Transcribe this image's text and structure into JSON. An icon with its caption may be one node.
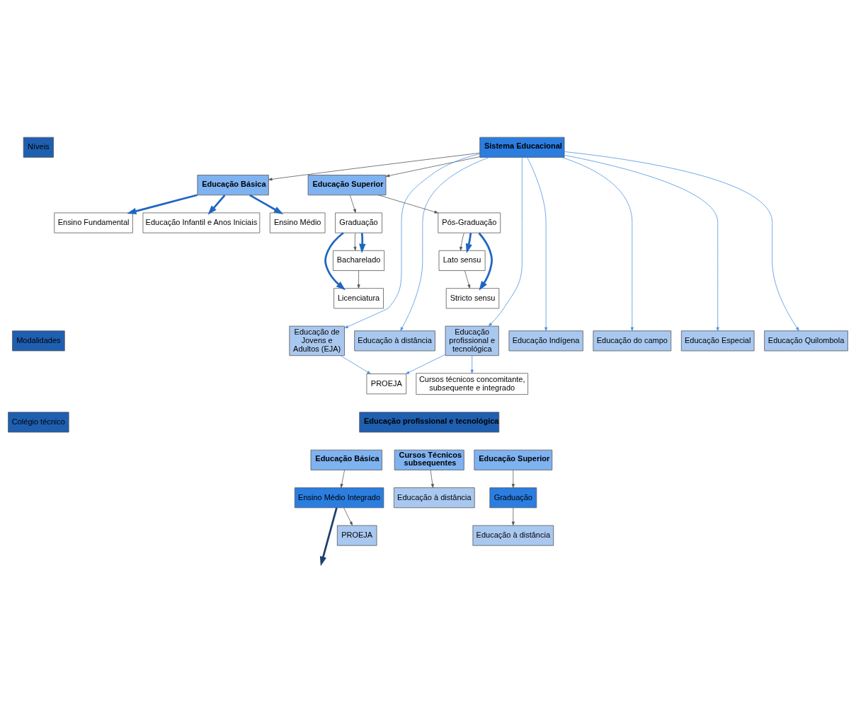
{
  "diagram": {
    "nodes": [
      {
        "text": [
          "Níveis"
        ]
      },
      {
        "text": [
          "Sistema Educacional"
        ]
      },
      {
        "text": [
          "Educação Básica"
        ]
      },
      {
        "text": [
          "Educação Infantil e Anos Iniciais"
        ]
      },
      {
        "text": [
          "Ensino Fundamental"
        ]
      },
      {
        "text": [
          "Ensino Médio"
        ]
      },
      {
        "text": [
          "Educação Superior"
        ]
      },
      {
        "text": [
          "Graduação"
        ]
      },
      {
        "text": [
          "Pós-Graduação"
        ]
      },
      {
        "text": [
          "Bacharelado"
        ]
      },
      {
        "text": [
          "Lato sensu"
        ]
      },
      {
        "text": [
          "Licenciatura"
        ]
      },
      {
        "text": [
          "Stricto sensu"
        ]
      },
      {
        "text": [
          "Modalidades"
        ]
      },
      {
        "text": [
          "Educação de Jovens e Adultos (EJA)"
        ]
      },
      {
        "text": [
          "Educação à distância"
        ]
      },
      {
        "text": [
          "Educação profissional e tecnológica"
        ]
      },
      {
        "text": [
          "Educação Indígena"
        ]
      },
      {
        "text": [
          "Educação do campo"
        ]
      },
      {
        "text": [
          "Educação Especial"
        ]
      },
      {
        "text": [
          "Educação Quilombola"
        ]
      },
      {
        "text": [
          "PROEJA"
        ]
      },
      {
        "text": [
          "Cursos técnicos concomitante, subsequente e integrado"
        ]
      },
      {
        "text": [
          "Colégio técnico"
        ]
      },
      {
        "text": [
          "Educação profissional e tecnológica"
        ]
      },
      {
        "text": [
          "Educação Básica"
        ]
      },
      {
        "text": [
          "Ensino Médio Integrado"
        ]
      },
      {
        "text": [
          "PROEJA"
        ]
      },
      {
        "text": [
          "Cursos Técnicos subsequentes"
        ]
      },
      {
        "text": [
          "Educação à distância"
        ]
      },
      {
        "text": [
          "Educação Superior"
        ]
      },
      {
        "text": [
          "Graduação"
        ]
      },
      {
        "text": [
          "Educação à distância"
        ]
      }
    ],
    "edges": [
      {
        "from": 1,
        "to": 2,
        "arrow": "to"
      },
      {
        "from": 1,
        "to": 6,
        "arrow": "to"
      },
      {
        "from": 2,
        "to": 3,
        "arrow": "to",
        "style": "thick",
        "color": "#1f66c1"
      },
      {
        "from": 2,
        "to": 4,
        "arrow": "to",
        "style": "thick",
        "color": "#1f66c1"
      },
      {
        "from": 2,
        "to": 5,
        "arrow": "to",
        "style": "thick",
        "color": "#1f66c1"
      },
      {
        "from": 6,
        "to": 7,
        "arrow": "to"
      },
      {
        "from": 6,
        "to": 8,
        "arrow": "to"
      },
      {
        "from": 7,
        "to": 9,
        "arrow": "to"
      },
      {
        "from": 9,
        "to": 11,
        "arrow": "to"
      },
      {
        "from": 7,
        "to": 9,
        "arrow": "to",
        "style": "thick",
        "color": "#1f66c1"
      },
      {
        "from": 7,
        "to": 11,
        "arrow": "to",
        "style": "thick",
        "color": "#1f66c1"
      },
      {
        "from": 8,
        "to": 10,
        "arrow": "to"
      },
      {
        "from": 10,
        "to": 12,
        "arrow": "to"
      },
      {
        "from": 8,
        "to": 10,
        "arrow": "to",
        "style": "thick",
        "color": "#1f66c1"
      },
      {
        "from": 8,
        "to": 12,
        "arrow": "to",
        "style": "thick",
        "color": "#1f66c1"
      },
      {
        "from": 1,
        "to": 14,
        "arrow": "to",
        "color": "#4a90e2"
      },
      {
        "from": 1,
        "to": 15,
        "arrow": "to",
        "color": "#4a90e2"
      },
      {
        "from": 1,
        "to": 16,
        "arrow": "to",
        "color": "#4a90e2"
      },
      {
        "from": 1,
        "to": 17,
        "arrow": "to",
        "color": "#4a90e2"
      },
      {
        "from": 1,
        "to": 18,
        "arrow": "to",
        "color": "#4a90e2"
      },
      {
        "from": 1,
        "to": 19,
        "arrow": "to",
        "color": "#4a90e2"
      },
      {
        "from": 1,
        "to": 20,
        "arrow": "to",
        "color": "#4a90e2"
      },
      {
        "from": 14,
        "to": 21,
        "arrow": "to",
        "color": "#4a90e2"
      },
      {
        "from": 16,
        "to": 21,
        "arrow": "to",
        "color": "#4a90e2"
      },
      {
        "from": 16,
        "to": 22,
        "arrow": "to",
        "color": "#4a90e2"
      },
      {
        "from": 25,
        "to": 26,
        "arrow": "to"
      },
      {
        "from": 26,
        "to": 27,
        "arrow": "to"
      },
      {
        "from": 28,
        "to": 29,
        "arrow": "to"
      },
      {
        "from": 30,
        "to": 31,
        "arrow": "to"
      },
      {
        "from": 31,
        "to": 32,
        "arrow": "to"
      },
      {
        "from": 26,
        "to": null,
        "arrow": "to",
        "style": "thick",
        "color": "#1f3f6f"
      }
    ]
  }
}
